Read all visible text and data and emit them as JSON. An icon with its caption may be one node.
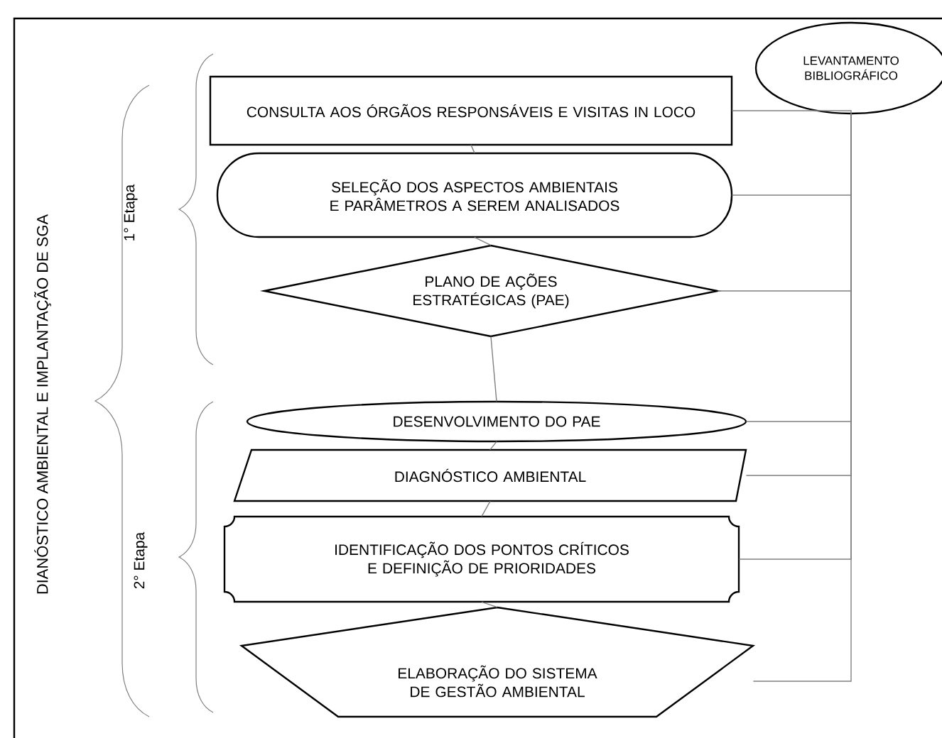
{
  "diagram": {
    "nodes": [
      {
        "text": [
          "LEVANTAMENTO BIBLIOGRÁFICO"
        ]
      },
      {
        "text": [
          "CONSULTA AOS ÓRGÃOS RESPONSÁVEIS E VISITAS IN LOCO"
        ]
      },
      {
        "text": [
          "SELEÇÃO DOS ASPECTOS AMBIENTAIS E PARÂMETROS A SEREM ANALISADOS"
        ]
      },
      {
        "text": [
          "PLANO DE AÇÕES ESTRATÉGICAS (PAE)"
        ]
      },
      {
        "text": [
          "DESENVOLVIMENTO DO PAE"
        ]
      },
      {
        "text": [
          "DIAGNÓSTICO AMBIENTAL"
        ]
      },
      {
        "text": [
          "IDENTIFICAÇÃO DOS PONTOS CRÍTICOS E DEFINIÇÃO DE PRIORIDADES"
        ]
      },
      {
        "text": [
          "ELABORAÇÃO DO SISTEMA DE GESTÃO AMBIENTAL"
        ]
      }
    ],
    "edges": [
      {
        "from": 1,
        "to": 2,
        "arrow": "none"
      },
      {
        "from": 2,
        "to": 3,
        "arrow": "none"
      },
      {
        "from": 3,
        "to": 4,
        "arrow": "none"
      },
      {
        "from": 4,
        "to": 5,
        "arrow": "none"
      },
      {
        "from": 5,
        "to": 6,
        "arrow": "none"
      },
      {
        "from": 6,
        "to": 7,
        "arrow": "none"
      },
      {
        "from": 0,
        "to": 1,
        "arrow": "none"
      },
      {
        "from": 0,
        "to": 2,
        "arrow": "none"
      },
      {
        "from": 0,
        "to": 3,
        "arrow": "none"
      },
      {
        "from": 0,
        "to": 4,
        "arrow": "none"
      },
      {
        "from": 0,
        "to": 5,
        "arrow": "none"
      },
      {
        "from": 0,
        "to": 6,
        "arrow": "none"
      },
      {
        "from": 0,
        "to": 7,
        "arrow": "none"
      }
    ],
    "labels": [
      "DIANÓSTICO AMBIENTAL E IMPLANTAÇÃO DE SGA",
      "1° Etapa",
      "2° Etapa"
    ]
  }
}
